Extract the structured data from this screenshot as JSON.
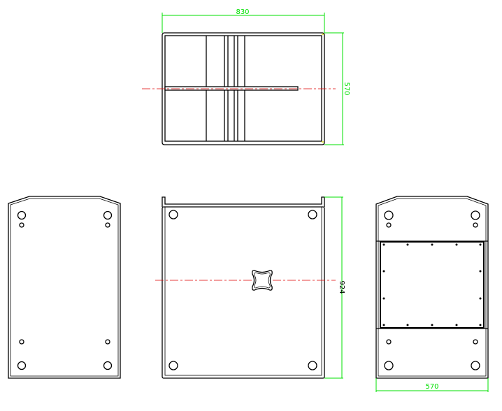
{
  "colors": {
    "outline": "#000000",
    "dimension": "#00e000",
    "centerline": "#e00000",
    "marker": "#e0e000"
  },
  "dimensions": {
    "top_width": "830",
    "top_depth": "570",
    "front_height": "924",
    "side_depth": "570"
  }
}
